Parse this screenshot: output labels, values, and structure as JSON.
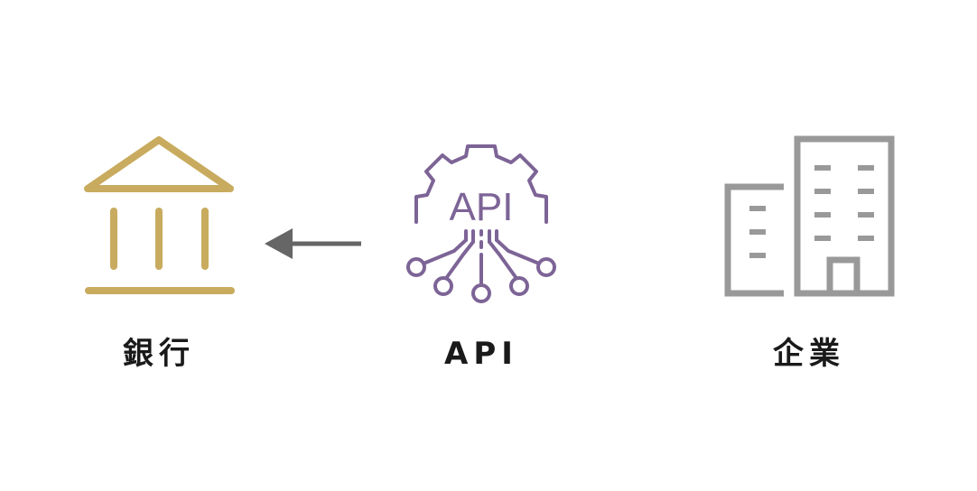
{
  "nodes": {
    "bank": {
      "label": "銀行",
      "icon": "bank-icon",
      "color": "#c8ab5e"
    },
    "api": {
      "label": "API",
      "icon_text": "API",
      "icon": "api-gear-circuit-icon",
      "color": "#7d6496"
    },
    "company": {
      "label": "企業",
      "icon": "office-building-icon",
      "color": "#999999"
    }
  },
  "edges": [
    {
      "from": "api",
      "to": "bank",
      "color": "#666666"
    }
  ]
}
